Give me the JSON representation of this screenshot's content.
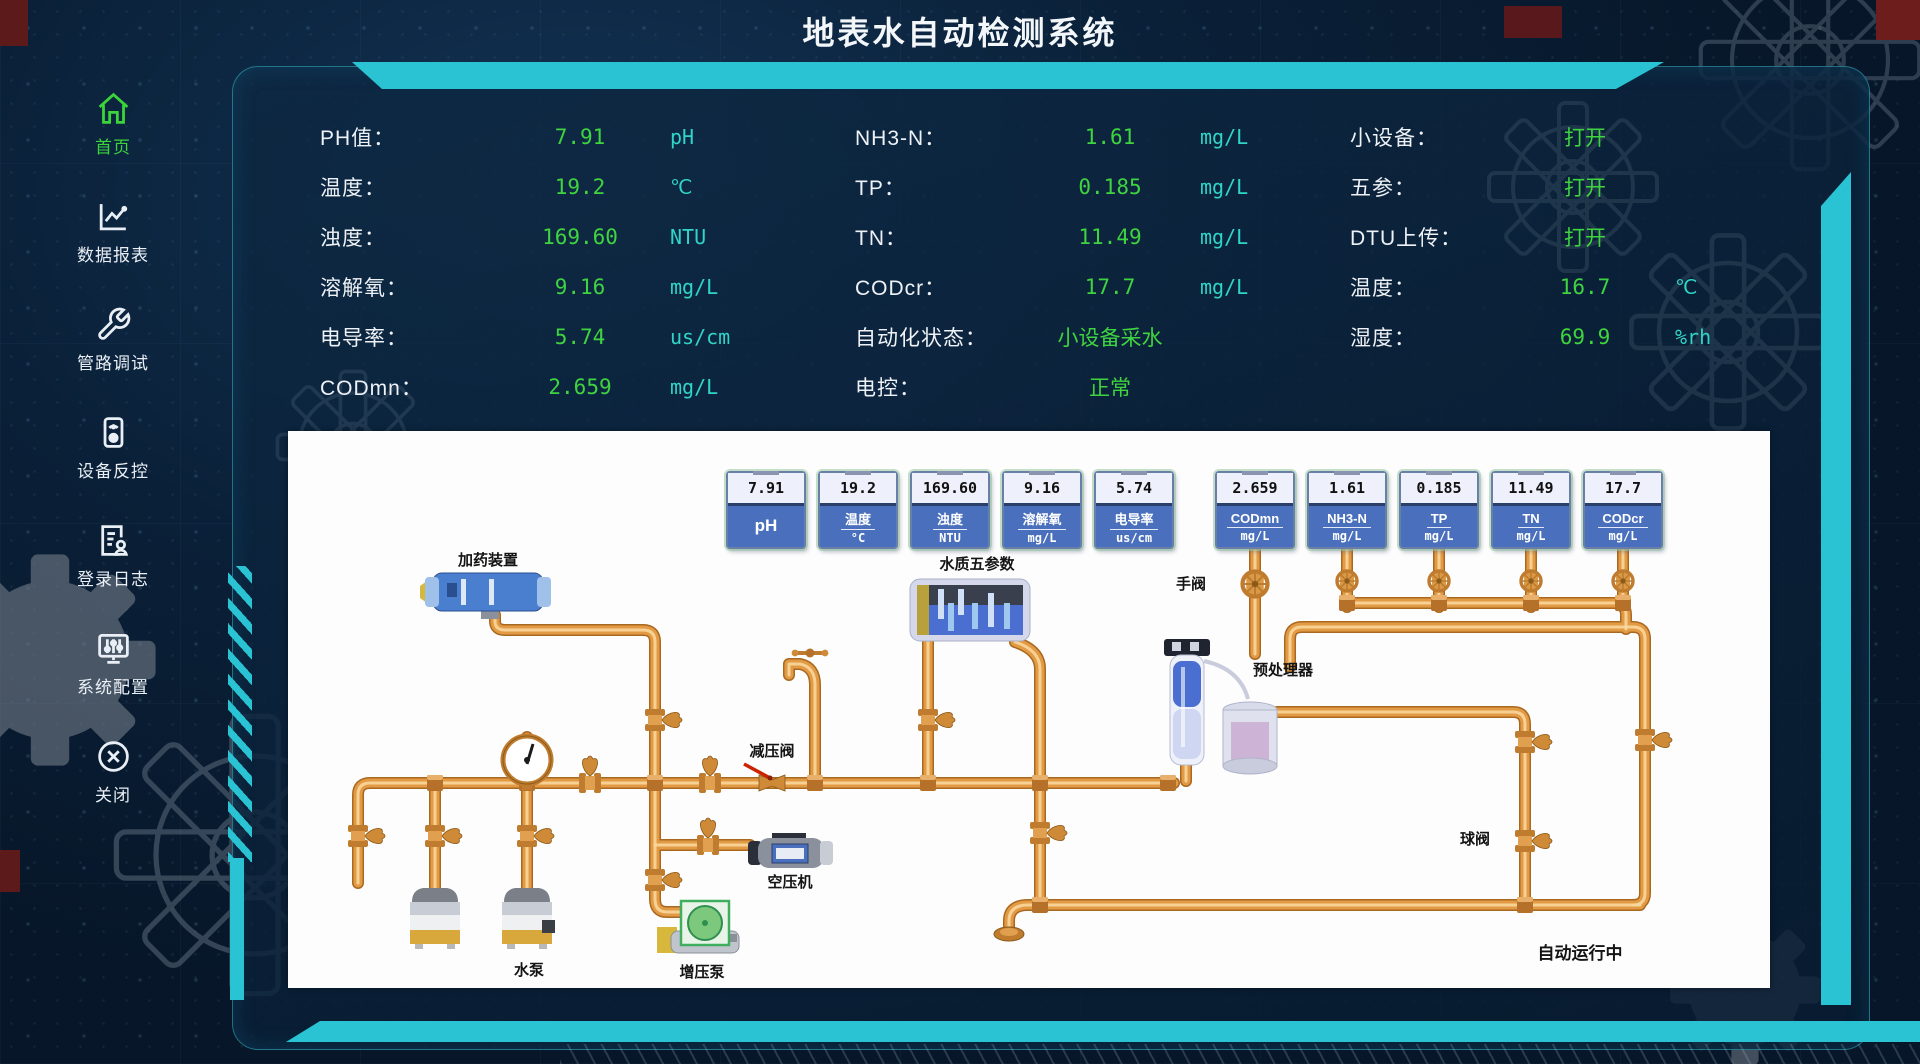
{
  "title": "地表水自动检测系统",
  "colors": {
    "accent_cyan": "#2ac3d4",
    "value_green": "#3fd43f",
    "unit_cyan": "#30d5c8"
  },
  "sidebar": {
    "items": [
      {
        "label": "首页",
        "active": true
      },
      {
        "label": "数据报表",
        "active": false
      },
      {
        "label": "管路调试",
        "active": false
      },
      {
        "label": "设备反控",
        "active": false
      },
      {
        "label": "登录日志",
        "active": false
      },
      {
        "label": "系统配置",
        "active": false
      },
      {
        "label": "关闭",
        "active": false
      }
    ]
  },
  "panel": {
    "col1": [
      {
        "label": "PH值：",
        "value": "7.91",
        "unit": "pH"
      },
      {
        "label": "温度：",
        "value": "19.2",
        "unit": "℃"
      },
      {
        "label": "浊度：",
        "value": "169.60",
        "unit": "NTU"
      },
      {
        "label": "溶解氧：",
        "value": "9.16",
        "unit": "mg/L"
      },
      {
        "label": "电导率：",
        "value": "5.74",
        "unit": "us/cm"
      },
      {
        "label": "CODmn：",
        "value": "2.659",
        "unit": "mg/L"
      }
    ],
    "col2": [
      {
        "label": "NH3-N：",
        "value": "1.61",
        "unit": "mg/L"
      },
      {
        "label": "TP：",
        "value": "0.185",
        "unit": "mg/L"
      },
      {
        "label": "TN：",
        "value": "11.49",
        "unit": "mg/L"
      },
      {
        "label": "CODcr：",
        "value": "17.7",
        "unit": "mg/L"
      },
      {
        "label": "自动化状态：",
        "value": "小设备采水",
        "unit": ""
      },
      {
        "label": "电控：",
        "value": "正常",
        "unit": ""
      }
    ],
    "col3": [
      {
        "label": "小设备：",
        "value": "打开",
        "unit": ""
      },
      {
        "label": "五参：",
        "value": "打开",
        "unit": ""
      },
      {
        "label": "DTU上传：",
        "value": "打开",
        "unit": ""
      },
      {
        "label": "温度：",
        "value": "16.7",
        "unit": "℃"
      },
      {
        "label": "湿度：",
        "value": "69.9",
        "unit": "%rh"
      }
    ]
  },
  "diagram": {
    "meters": [
      {
        "value": "7.91",
        "line1": "pH",
        "line2": ""
      },
      {
        "value": "19.2",
        "line1": "温度",
        "line2": "°C"
      },
      {
        "value": "169.60",
        "line1": "浊度",
        "line2": "NTU"
      },
      {
        "value": "9.16",
        "line1": "溶解氧",
        "line2": "mg/L"
      },
      {
        "value": "5.74",
        "line1": "电导率",
        "line2": "us/cm"
      },
      {
        "value": "2.659",
        "line1": "CODmn",
        "line2": "mg/L"
      },
      {
        "value": "1.61",
        "line1": "NH3-N",
        "line2": "mg/L"
      },
      {
        "value": "0.185",
        "line1": "TP",
        "line2": "mg/L"
      },
      {
        "value": "11.49",
        "line1": "TN",
        "line2": "mg/L"
      },
      {
        "value": "17.7",
        "line1": "CODcr",
        "line2": "mg/L"
      }
    ],
    "labels": {
      "dosing": "加药装置",
      "five_param": "水质五参数",
      "hand_valve": "手阀",
      "preprocessor": "预处理器",
      "relief_valve": "减压阀",
      "compressor": "空压机",
      "ball_valve": "球阀",
      "water_pump": "水泵",
      "booster_pump": "增压泵"
    },
    "running_status": "自动运行中"
  }
}
